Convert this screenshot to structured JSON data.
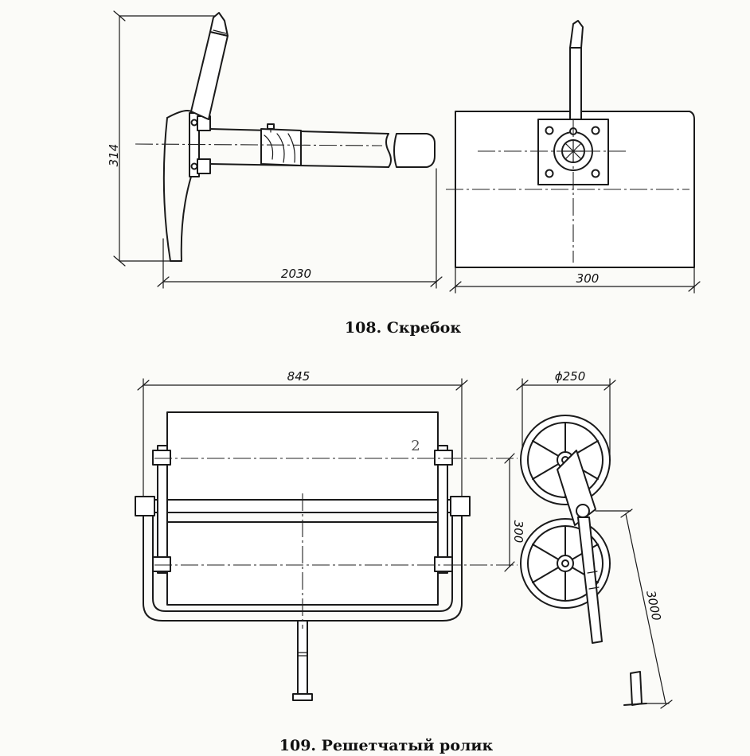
{
  "figure108": {
    "caption": "108. Скребок",
    "dim_height": "314",
    "dim_length": "2030",
    "dim_width": "300"
  },
  "figure109": {
    "caption": "109. Решетчатый ролик",
    "dim_width": "845",
    "dim_diameter": "ϕ250",
    "dim_spacing": "300",
    "dim_handle": "3000",
    "part_number": "2"
  },
  "colors": {
    "ink": "#1a1a1a",
    "paper": "#fbfbf8"
  }
}
